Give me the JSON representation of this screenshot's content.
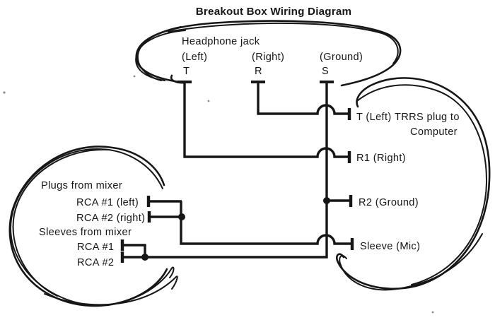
{
  "title": "Breakout Box Wiring Diagram",
  "colors": {
    "ink": "#161616",
    "paper": "#ffffff"
  },
  "headphone_jack": {
    "heading": "Headphone jack",
    "terminals": [
      {
        "position": "(Left)",
        "code": "T"
      },
      {
        "position": "(Right)",
        "code": "R"
      },
      {
        "position": "(Ground)",
        "code": "S"
      }
    ]
  },
  "trrs_plug": {
    "caption_line1": "TRRS plug to",
    "caption_line2": "Computer",
    "terminals": [
      {
        "label": "T (Left)"
      },
      {
        "label": "R1 (Right)"
      },
      {
        "label": "R2 (Ground)"
      },
      {
        "label": "Sleeve (Mic)"
      }
    ]
  },
  "mixer": {
    "plugs_heading": "Plugs from mixer",
    "plugs": [
      {
        "label": "RCA #1 (left)"
      },
      {
        "label": "RCA #2 (right)"
      }
    ],
    "sleeves_heading": "Sleeves from mixer",
    "sleeves": [
      {
        "label": "RCA #1"
      },
      {
        "label": "RCA #2"
      }
    ]
  }
}
